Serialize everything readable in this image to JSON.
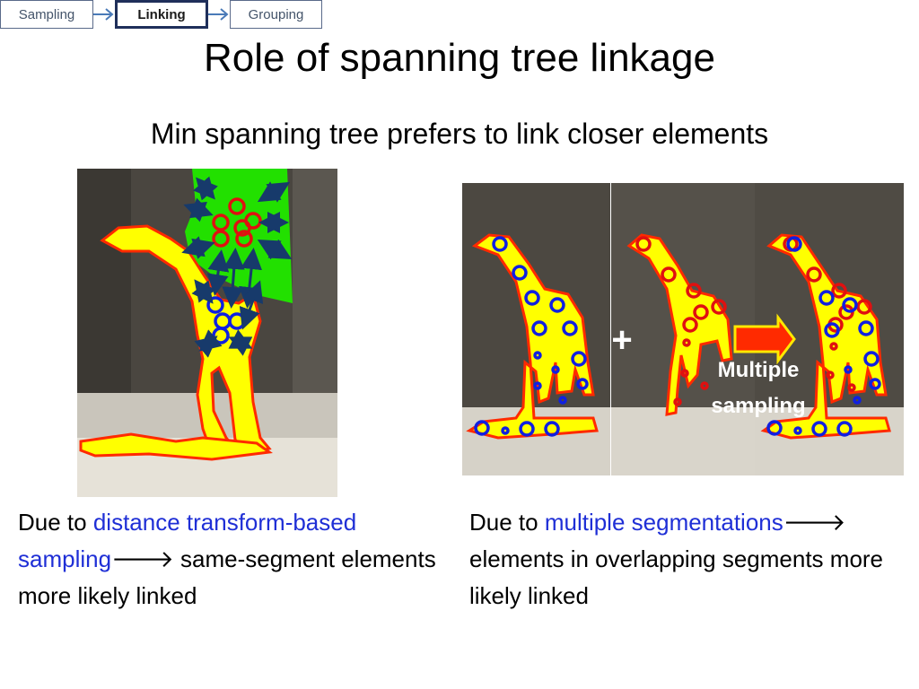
{
  "breadcrumb": {
    "steps": [
      "Sampling",
      "Linking",
      "Grouping"
    ],
    "active": "Linking"
  },
  "slide": {
    "title": "Role of spanning tree linkage",
    "subtitle": "Min spanning tree prefers to link closer elements"
  },
  "right_figure": {
    "plus_symbol": "+",
    "arrow_label_line1": "Multiple",
    "arrow_label_line2": "sampling"
  },
  "captions": {
    "left": {
      "prefix": "Due to ",
      "highlight": "distance transform-based sampling",
      "arrow": "🡒",
      "rest": " same-segment elements more likely linked"
    },
    "right": {
      "prefix": "Due to ",
      "highlight": "multiple segmentations",
      "arrow": "🡒",
      "rest": " elements in overlapping segments more likely linked"
    }
  },
  "colors": {
    "segment_yellow": "#ffff00",
    "segment_outline": "#ff2a00",
    "green_region": "#22e000",
    "sample_blue": "#1020e0",
    "sample_red": "#e01010",
    "link_arrow": "#173a6b",
    "highlight_text": "#1f2fd6"
  }
}
